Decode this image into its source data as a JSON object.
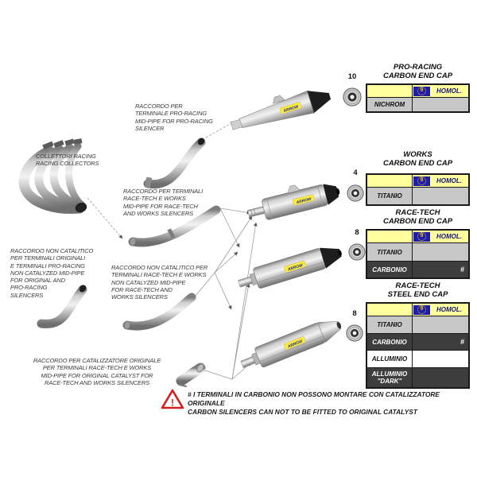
{
  "brand": "ARROW",
  "homologation": {
    "label": "HOMOL.",
    "e_mark": "9"
  },
  "tables": [
    {
      "title": "PRO-RACING\nCARBON END CAP",
      "qty": "10",
      "rows": [
        {
          "material": "NICHROM",
          "note": ""
        }
      ]
    },
    {
      "title": "WORKS\nCARBON END CAP",
      "qty": "4",
      "rows": [
        {
          "material": "TITANIO",
          "note": ""
        }
      ]
    },
    {
      "title": "RACE-TECH\nCARBON END CAP",
      "qty": "8",
      "rows": [
        {
          "material": "TITANIO",
          "note": ""
        },
        {
          "material": "CARBONIO",
          "note": "#"
        }
      ]
    },
    {
      "title": "RACE-TECH\nSTEEL END CAP",
      "qty": "8",
      "rows": [
        {
          "material": "TITANIO",
          "note": ""
        },
        {
          "material": "CARBONIO",
          "note": "#"
        },
        {
          "material": "ALLUMINIO",
          "note": ""
        },
        {
          "material": "ALLUMINIO\n\"DARK\"",
          "note": ""
        }
      ]
    }
  ],
  "labels": {
    "collectors": "COLLETTORI RACING\nRACING COLLECTORS",
    "midpipe_pro_racing": "RACCORDO PER\nTERMINALE PRO-RACING\nMID-PIPE FOR PRO-RACING\nSILENCER",
    "midpipe_race_tech_works": "RACCORDO PER TERMINALI\nRACE-TECH E WORKS\nMID-PIPE FOR RACE-TECH\nAND WORKS SILENCERS",
    "midpipe_non_cat_original": "RACCORDO NON CATALITICO\nPER TERMINALI ORIGINALI\nE TERMINALI PRO-RACING\nNON CATALYZED MID-PIPE\nFOR ORIGINAL AND\nPRO-RACING\nSILENCERS",
    "midpipe_non_cat_race_tech": "RACCORDO NON CATALITICO PER\nTERMINALI RACE-TECH E WORKS\nNON CATALYZED MID-PIPE\nFOR RACE-TECH AND\nWORKS SILENCERS",
    "midpipe_original_catalyst": "RACCORDO PER CATALIZZATORE ORIGINALE\nPER TERMINALI RACE-TECH E WORKS\nMID-PIPE FOR ORIGINAL CATALYST FOR\nRACE-TECH AND WORKS SILENCERS"
  },
  "warning": {
    "mark": "!",
    "line1": "#  I TERMINALI IN CARBONIO NON POSSONO MONTARE CON CATALIZZATORE ORIGINALE\nCARBON SILENCERS CAN NOT TO BE FITTED TO ORIGINAL CATALYST"
  },
  "colors": {
    "header_yellow": "#ffff9e",
    "badge_blue": "#1c1cae",
    "row_gray": "#c7c7c7",
    "row_dark": "#3d3d3d",
    "warning_red": "#d02020",
    "logo_yellow": "#ffe93d"
  }
}
